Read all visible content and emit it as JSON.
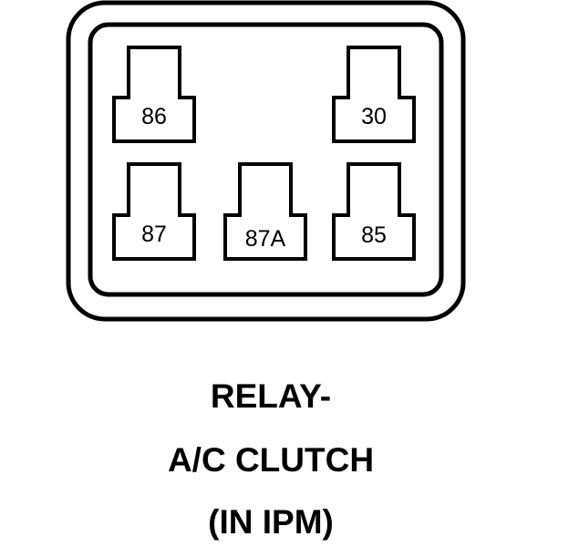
{
  "diagram": {
    "terminals": [
      {
        "label": "86"
      },
      {
        "label": "30"
      },
      {
        "label": "87"
      },
      {
        "label": "87A"
      },
      {
        "label": "85"
      }
    ],
    "caption": [
      "RELAY-",
      "A/C CLUTCH",
      "(IN IPM)"
    ]
  },
  "colors": {
    "stroke": "#000000",
    "background": "#ffffff"
  }
}
